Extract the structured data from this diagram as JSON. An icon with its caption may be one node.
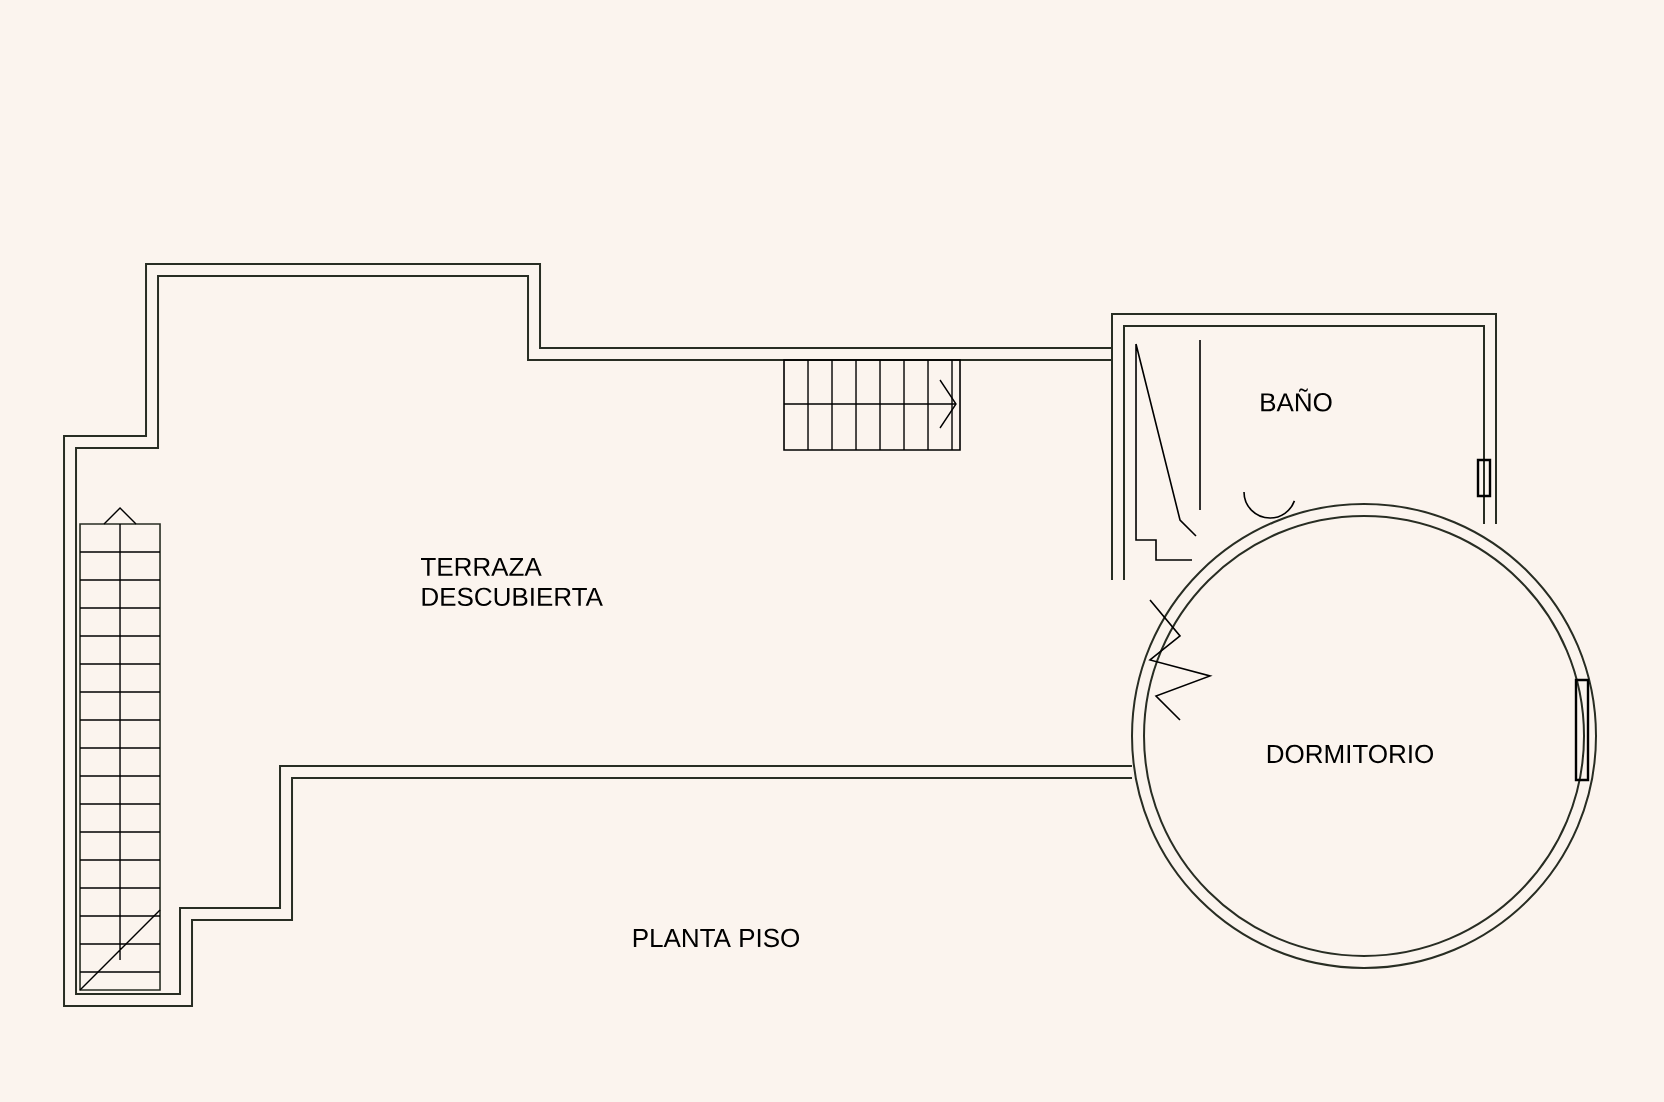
{
  "diagram": {
    "nodes": [
      {
        "text": [
          "TERRAZA DESCUBIERTA"
        ]
      },
      {
        "text": [
          "BAÑO"
        ]
      },
      {
        "text": [
          "DORMITORIO"
        ]
      }
    ],
    "labels": [
      "PLANTA PISO"
    ]
  }
}
